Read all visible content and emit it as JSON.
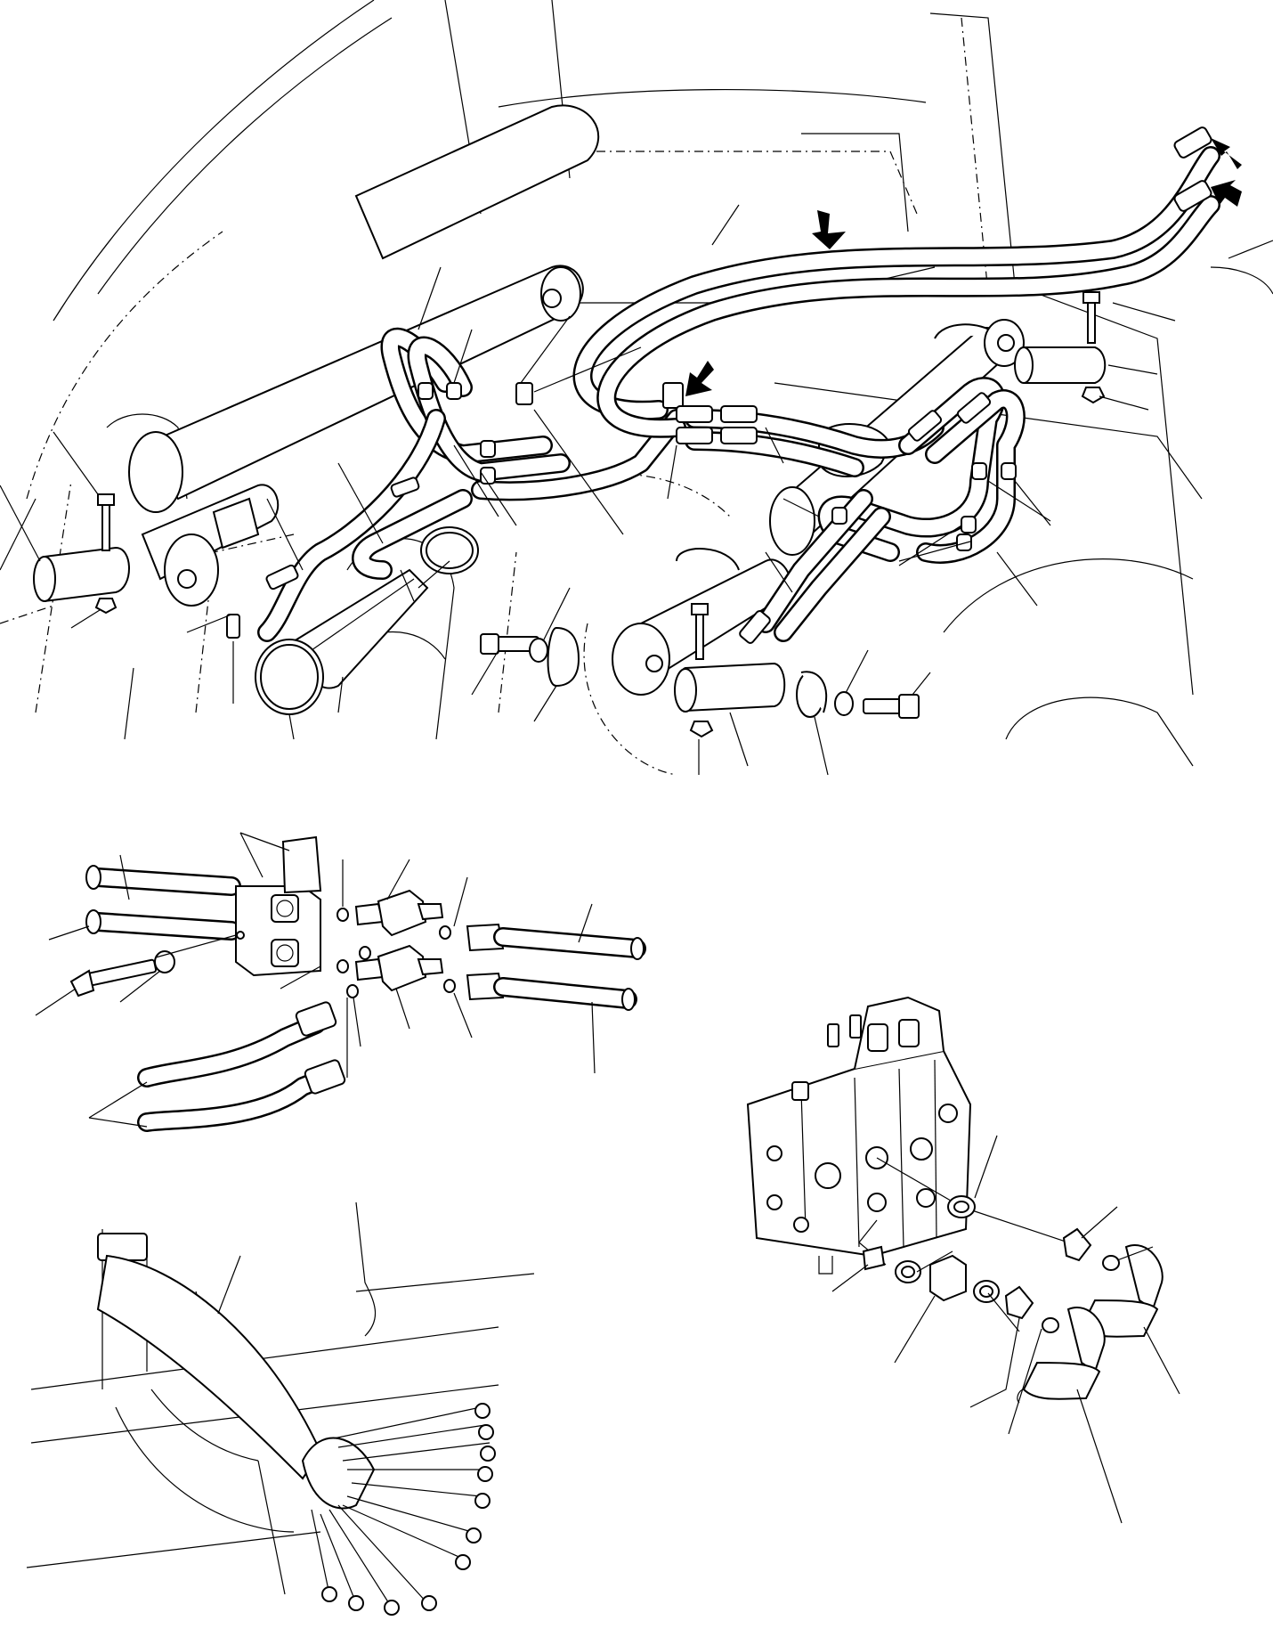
{
  "figure": {
    "kind": "exploded parts diagram",
    "views": [
      "main-assembly-view",
      "hose-block-detail",
      "hose-sleeve-detail",
      "control-valve-detail"
    ],
    "icons": [
      "flow-arrow-icon"
    ],
    "colors": {
      "line": "#000000",
      "background": "#ffffff"
    }
  }
}
